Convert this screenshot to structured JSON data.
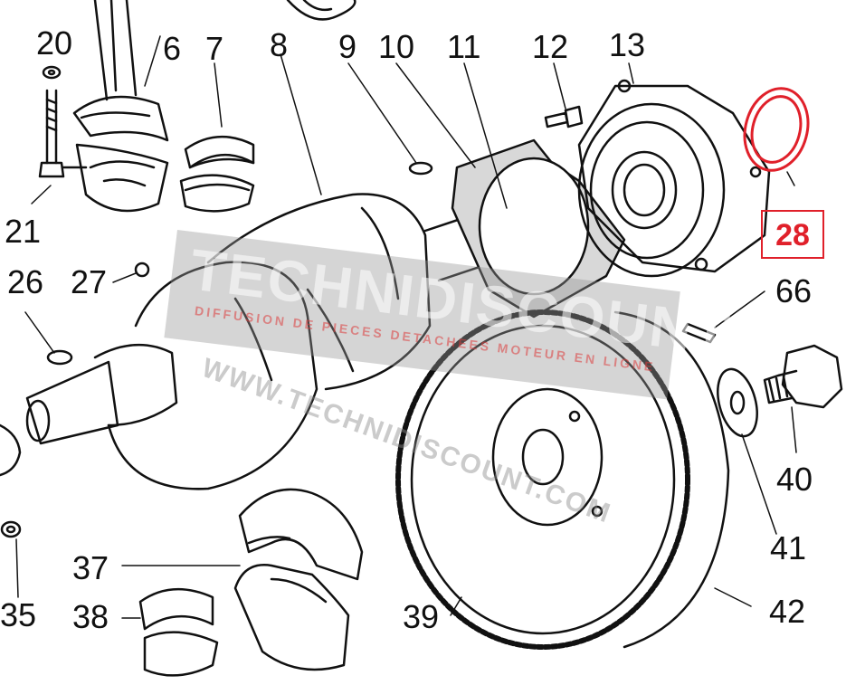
{
  "callouts": {
    "n6": "6",
    "n7": "7",
    "n8": "8",
    "n9": "9",
    "n10": "10",
    "n11": "11",
    "n12": "12",
    "n13": "13",
    "n20": "20",
    "n21": "21",
    "n26": "26",
    "n27": "27",
    "n35": "35",
    "n37": "37",
    "n38": "38",
    "n39": "39",
    "n40": "40",
    "n41": "41",
    "n42": "42",
    "n66": "66"
  },
  "highlight": {
    "label": "28",
    "color": "#e0202a"
  },
  "watermark": {
    "brand": "TECHNIDISCOUNT",
    "tagline": "DIFFUSION DE PIECES DETACHEES MOTEUR EN LIGNE",
    "url": "WWW.TECHNIDISCOUNT.COM"
  },
  "parts": {
    "connecting_rod": "connecting-rod",
    "bearing_shells": "bearing-shells",
    "crankshaft": "crankshaft",
    "gasket": "gasket",
    "bearing_housing": "bearing-housing",
    "oil_seal": "oil-seal",
    "flywheel": "flywheel",
    "bolt": "bolt",
    "washer": "washer",
    "thrust_halves": "thrust-washer-halves"
  }
}
